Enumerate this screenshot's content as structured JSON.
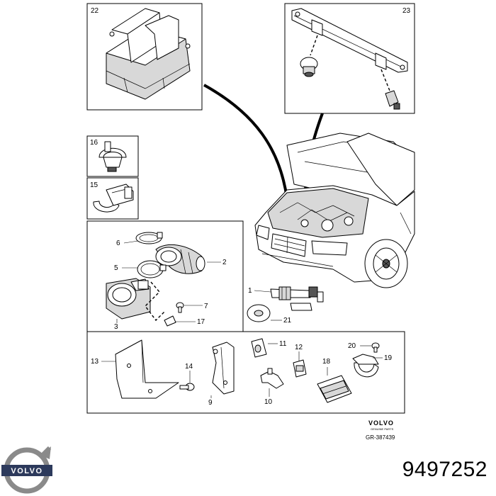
{
  "diagram": {
    "callouts": {
      "c1": "1",
      "c2": "2",
      "c3": "3",
      "c5": "5",
      "c6": "6",
      "c7": "7",
      "c9": "9",
      "c10": "10",
      "c11": "11",
      "c12": "12",
      "c13": "13",
      "c14": "14",
      "c15": "15",
      "c16": "16",
      "c17": "17",
      "c18": "18",
      "c19": "19",
      "c20": "20",
      "c21": "21",
      "c22": "22",
      "c23": "23"
    },
    "brand_small": "VOLVO",
    "brand_tagline": "GENUINE PARTS",
    "drawing_ref": "GR-387439"
  },
  "brand_logo": "VOLVO",
  "part_number": "9497252"
}
